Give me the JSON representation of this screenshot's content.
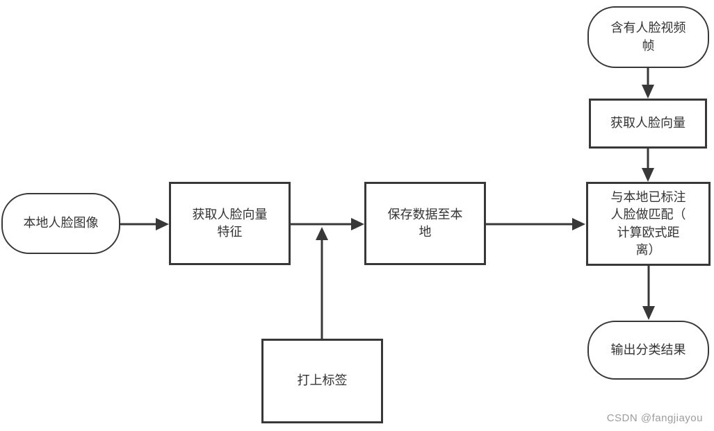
{
  "diagram": {
    "nodes": {
      "local_face_image": {
        "label": "本地人脸图像",
        "shape": "terminator"
      },
      "extract_face_vector_features": {
        "label": "获取人脸向量\n特征",
        "shape": "process"
      },
      "save_data_locally": {
        "label": "保存数据至本\n地",
        "shape": "process"
      },
      "tag_label": {
        "label": "打上标签",
        "shape": "process"
      },
      "face_video_frames": {
        "label": "含有人脸视频\n帧",
        "shape": "terminator"
      },
      "get_face_vector": {
        "label": "获取人脸向量",
        "shape": "process"
      },
      "match_local_faces": {
        "label": "与本地已标注\n人脸做匹配（\n计算欧式距\n离）",
        "shape": "process"
      },
      "output_classification": {
        "label": "输出分类结果",
        "shape": "terminator"
      }
    },
    "edges": [
      {
        "from": "local_face_image",
        "to": "extract_face_vector_features"
      },
      {
        "from": "extract_face_vector_features",
        "to": "save_data_locally"
      },
      {
        "from": "save_data_locally",
        "to": "match_local_faces"
      },
      {
        "from": "tag_label",
        "to": "connector-extract_face_vector_features-save_data_locally"
      },
      {
        "from": "face_video_frames",
        "to": "get_face_vector"
      },
      {
        "from": "get_face_vector",
        "to": "match_local_faces"
      },
      {
        "from": "match_local_faces",
        "to": "output_classification"
      }
    ],
    "colors": {
      "stroke": "#383838",
      "text": "#333333",
      "background": "#ffffff",
      "watermark": "#9c9c9c"
    }
  },
  "watermark": {
    "text": "CSDN @fangjiayou"
  }
}
